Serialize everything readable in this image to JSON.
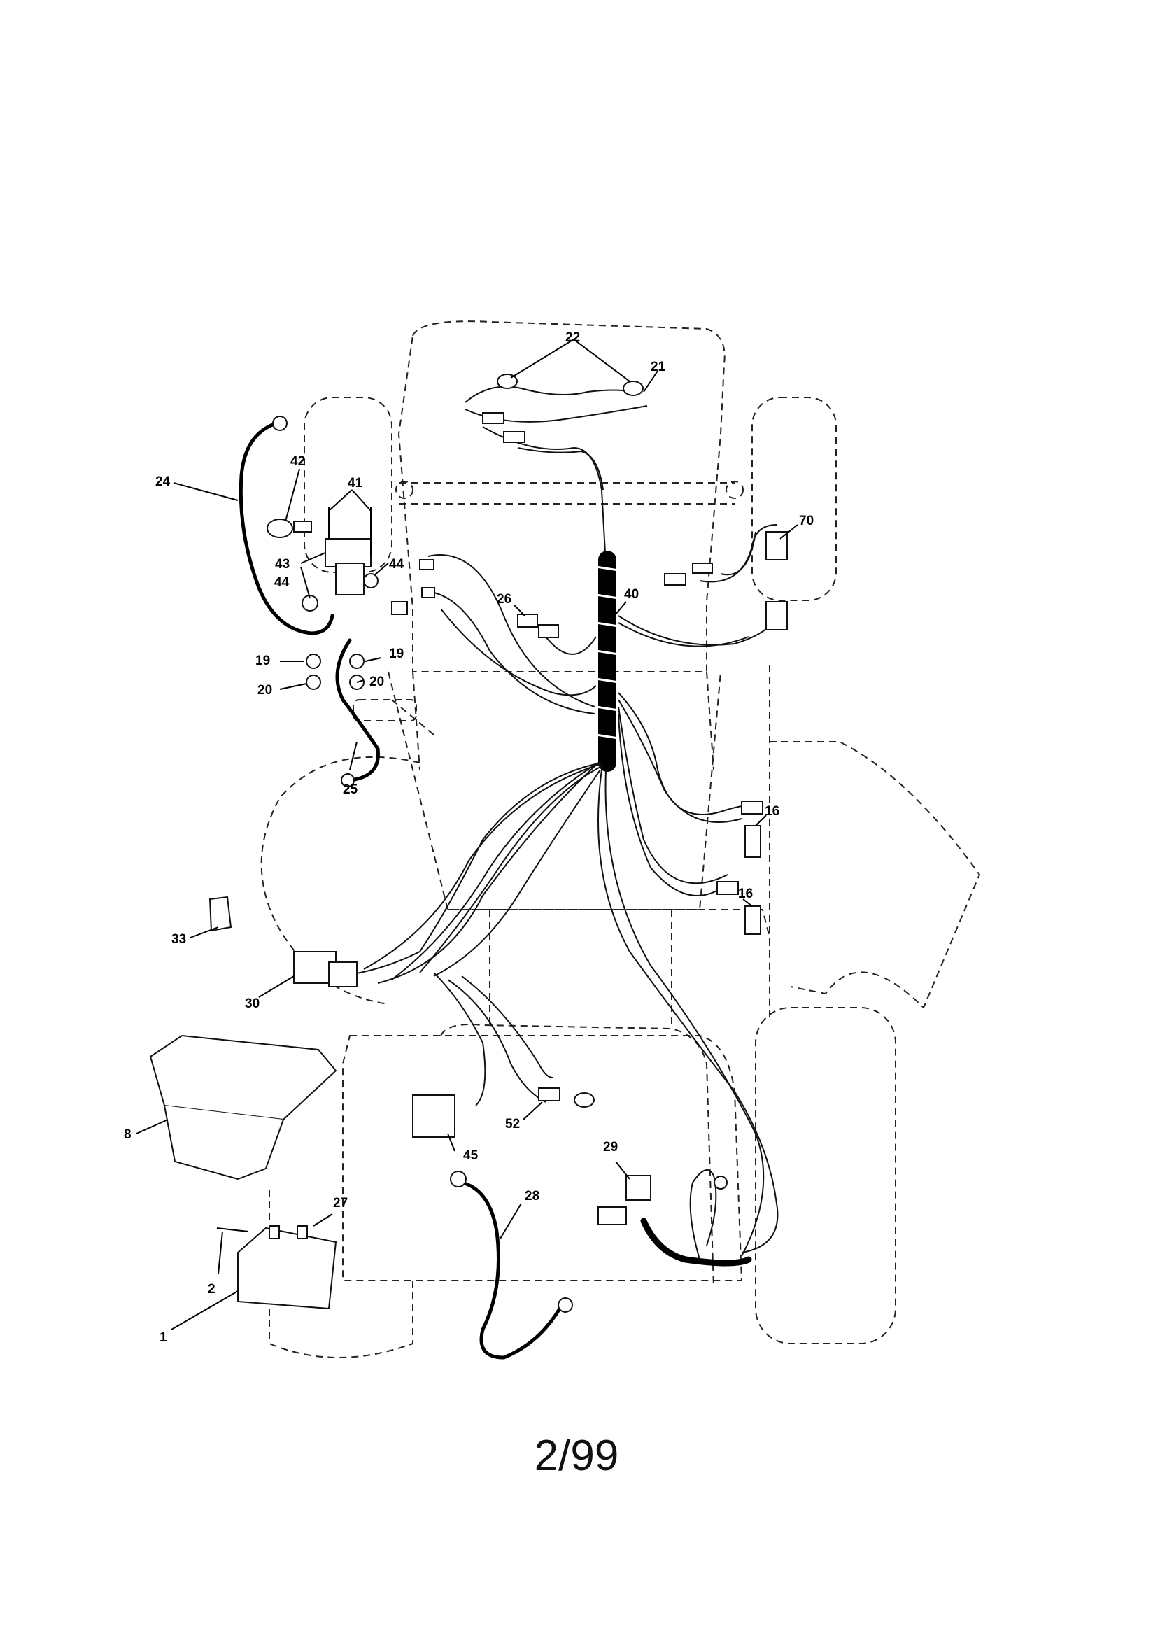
{
  "footer": {
    "page_code": "2/99"
  },
  "callouts": [
    {
      "id": "c22",
      "label": "22"
    },
    {
      "id": "c21",
      "label": "21"
    },
    {
      "id": "c24",
      "label": "24"
    },
    {
      "id": "c42",
      "label": "42"
    },
    {
      "id": "c41",
      "label": "41"
    },
    {
      "id": "c43",
      "label": "43"
    },
    {
      "id": "c44a",
      "label": "44"
    },
    {
      "id": "c44b",
      "label": "44"
    },
    {
      "id": "c19a",
      "label": "19"
    },
    {
      "id": "c19b",
      "label": "19"
    },
    {
      "id": "c20a",
      "label": "20"
    },
    {
      "id": "c20b",
      "label": "20"
    },
    {
      "id": "c25",
      "label": "25"
    },
    {
      "id": "c26",
      "label": "26"
    },
    {
      "id": "c40",
      "label": "40"
    },
    {
      "id": "c70",
      "label": "70"
    },
    {
      "id": "c16a",
      "label": "16"
    },
    {
      "id": "c16b",
      "label": "16"
    },
    {
      "id": "c33",
      "label": "33"
    },
    {
      "id": "c30",
      "label": "30"
    },
    {
      "id": "c8",
      "label": "8"
    },
    {
      "id": "c52",
      "label": "52"
    },
    {
      "id": "c45",
      "label": "45"
    },
    {
      "id": "c29",
      "label": "29"
    },
    {
      "id": "c28",
      "label": "28"
    },
    {
      "id": "c27",
      "label": "27"
    },
    {
      "id": "c2",
      "label": "2"
    },
    {
      "id": "c1",
      "label": "1"
    }
  ]
}
